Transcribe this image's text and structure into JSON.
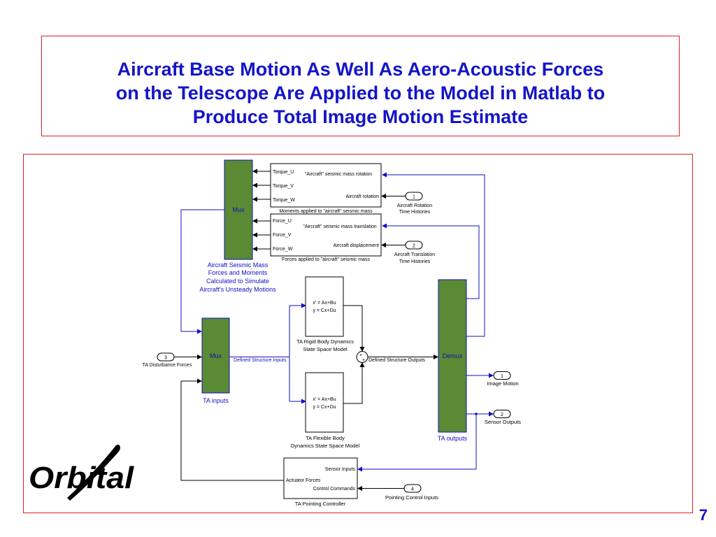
{
  "slide": {
    "title_lines": [
      "Aircraft Base Motion As Well As Aero-Acoustic Forces",
      "on the Telescope Are Applied to the Model in Matlab to",
      "Produce Total Image Motion Estimate"
    ],
    "page_number": "7",
    "logo_text": "Orbital"
  },
  "diagram": {
    "mux_top": {
      "label": "Mux",
      "caption": [
        "Aircraft Seismic Mass",
        "Forces and Moments",
        "Calculated to Simulate",
        "Aircraft's Unsteady Motions"
      ]
    },
    "rotation_block": {
      "title": "\"Aircraft\" seismic mass rotation",
      "ports_out": [
        "Torque_U",
        "Torque_V",
        "Torque_W"
      ],
      "port_in": "Aircraft rotation",
      "caption": "Moments applied to \"aircraft\" seismic mass"
    },
    "translation_block": {
      "title": "\"Aircraft\" seismic mass translation",
      "ports_out": [
        "Force_U",
        "Force_V",
        "Force_W"
      ],
      "port_in": "Aircraft displacement",
      "caption": "Forces applied to \"aircraft\" seismic mass"
    },
    "inport_1": {
      "num": "1",
      "label": [
        "Aircraft Rotation",
        "Time Histories"
      ]
    },
    "inport_2": {
      "num": "2",
      "label": [
        "Aircraft Translation",
        "Time Histories"
      ]
    },
    "inport_3": {
      "num": "3",
      "label": "TA Disturbance Forces"
    },
    "inport_4": {
      "num": "4",
      "label": "Pointing Control Inputs"
    },
    "mux_ta": {
      "label": "Mux",
      "caption": "TA inputs",
      "signal": "Defined Structure Inputs"
    },
    "rigid_ss": {
      "eq1": "x' = Ax+Bu",
      "eq2": "y = Cx+Du",
      "caption": [
        "TA Rigid Body Dynamics",
        "State Space Model"
      ]
    },
    "flex_ss": {
      "eq1": "x' = Ax+Bu",
      "eq2": "y = Cx+Du",
      "caption": [
        "TA Flexible Body",
        "Dynamics State Space Model"
      ]
    },
    "sum": {
      "plus1": "+",
      "plus2": "+",
      "signal": "Defined Structure Outputs"
    },
    "demux": {
      "label": "Demux",
      "caption": "TA outputs"
    },
    "outport_1": {
      "num": "1",
      "label": "Image Motion"
    },
    "outport_2": {
      "num": "2",
      "label": "Sensor Outputs"
    },
    "controller": {
      "port_sensor": "Sensor Inputs",
      "port_actuator": "Actuator Forces",
      "port_control": "Control Commands",
      "caption": "TA Pointing Controller"
    }
  },
  "colors": {
    "title_blue": "#1414c8",
    "frame_red": "#e02020",
    "mux_green": "#5a8a34",
    "signal_blue": "#1010c0"
  }
}
